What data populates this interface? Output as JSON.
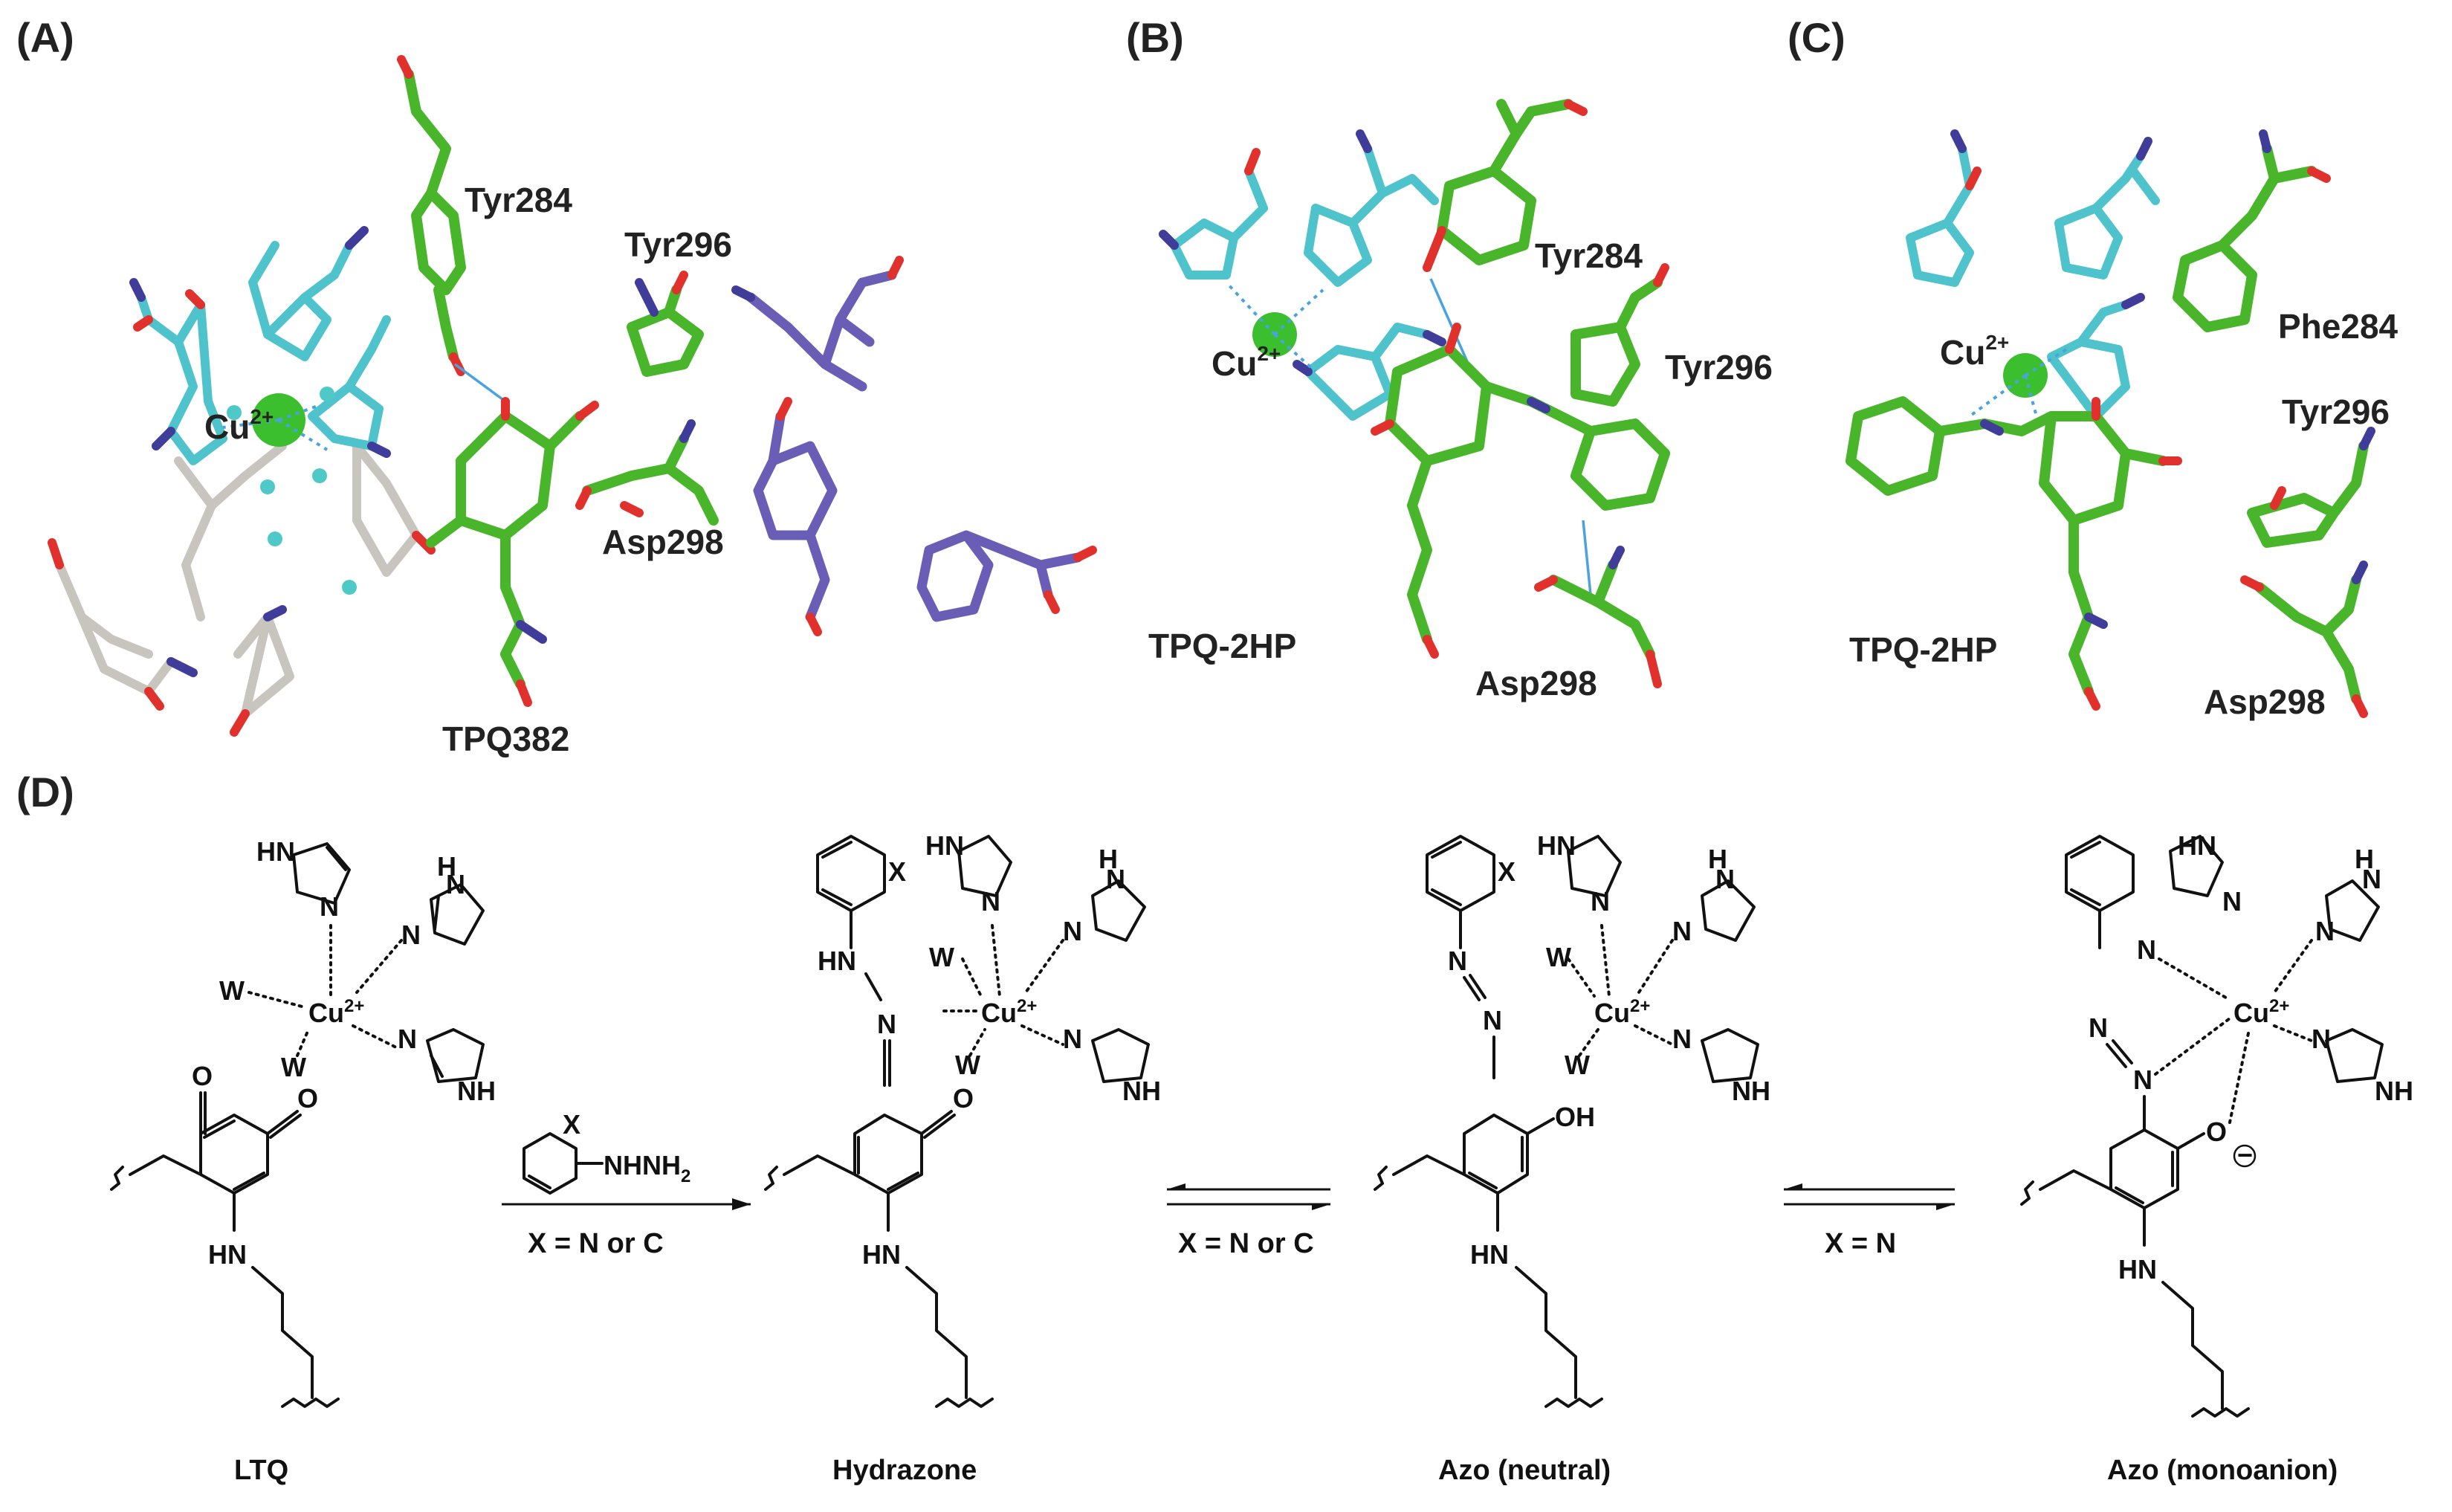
{
  "panels": {
    "a": {
      "label": "(A)",
      "residues": [
        "Tyr284",
        "Tyr296",
        "Asp298",
        "TPQ382"
      ],
      "cu": "Cu",
      "cu_charge": "2+"
    },
    "b": {
      "label": "(B)",
      "residues": [
        "Tyr284",
        "Tyr296",
        "TPQ-2HP",
        "Asp298"
      ],
      "cu": "Cu",
      "cu_charge": "2+"
    },
    "c": {
      "label": "(C)",
      "residues": [
        "Phe284",
        "Tyr296",
        "TPQ-2HP",
        "Asp298"
      ],
      "cu": "Cu",
      "cu_charge": "2+"
    },
    "d": {
      "label": "(D)",
      "reagent": "NHNH",
      "reagent_sub": "2",
      "reagent_x": "X",
      "arrow1_label": "X = N or C",
      "arrow2_label": "X = N or C",
      "arrow3_label": "X = N",
      "structures": [
        "LTQ",
        "Hydrazone",
        "Azo (neutral)",
        "Azo (monoanion)"
      ],
      "atoms": {
        "hn": "HN",
        "n": "N",
        "nh": "NH",
        "h": "H",
        "w": "W",
        "o": "O",
        "oh": "OH",
        "x": "X",
        "cu": "Cu",
        "cu_charge": "2+",
        "minus": "−"
      }
    }
  }
}
